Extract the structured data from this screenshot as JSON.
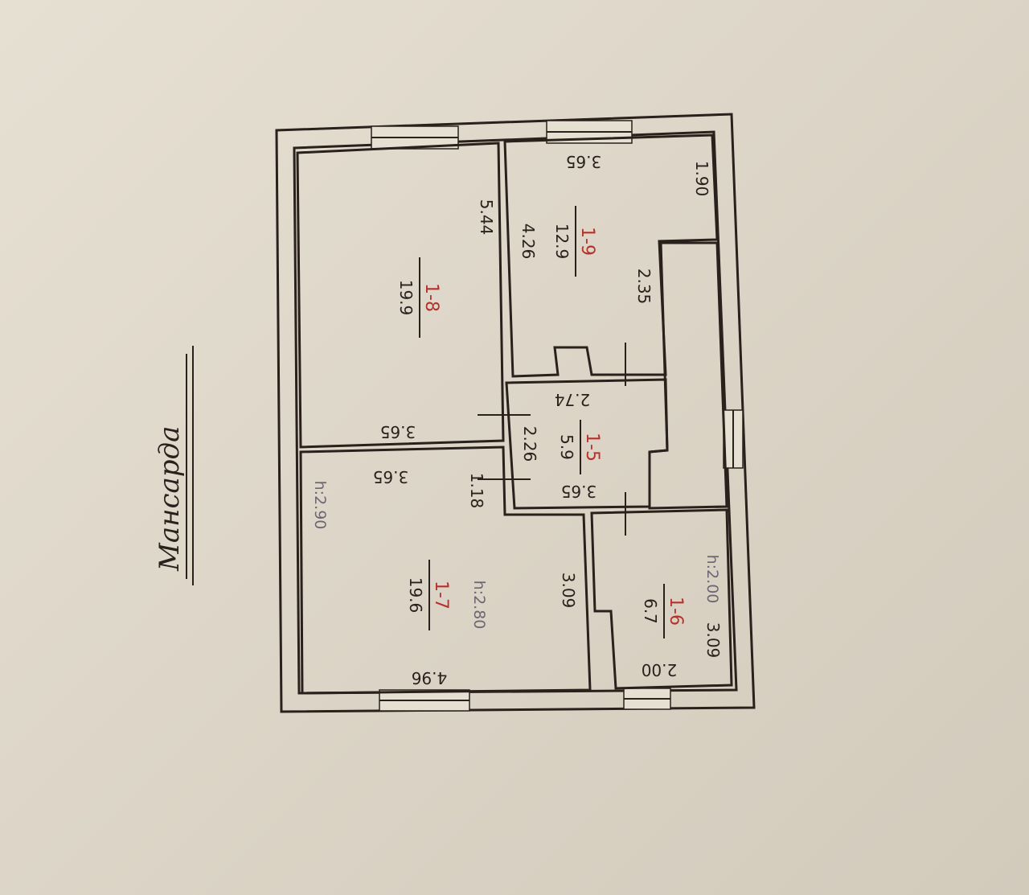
{
  "title": "Мансарда",
  "colors": {
    "paper": "#e6e0d3",
    "ink": "#2a201c",
    "room_id": "#b7312c",
    "pencil": "#6d6672"
  },
  "rooms": [
    {
      "id": "1-8",
      "area": "19.9",
      "dims": [
        "5.44",
        "3.65"
      ]
    },
    {
      "id": "1-9",
      "area": "12.9",
      "dims": [
        "3.65",
        "4.26",
        "1.90",
        "2.35"
      ]
    },
    {
      "id": "1-5",
      "area": "5.9",
      "dims": [
        "2.74",
        "2.26",
        "3.65"
      ]
    },
    {
      "id": "1-7",
      "area": "19.6",
      "dims": [
        "3.65",
        "1.18",
        "3.09",
        "4.96"
      ],
      "heights": [
        "h:2.90",
        "h:2.80"
      ]
    },
    {
      "id": "1-6",
      "area": "6.7",
      "dims": [
        "2.00",
        "3.09"
      ],
      "heights": [
        "h:2.00"
      ]
    }
  ]
}
